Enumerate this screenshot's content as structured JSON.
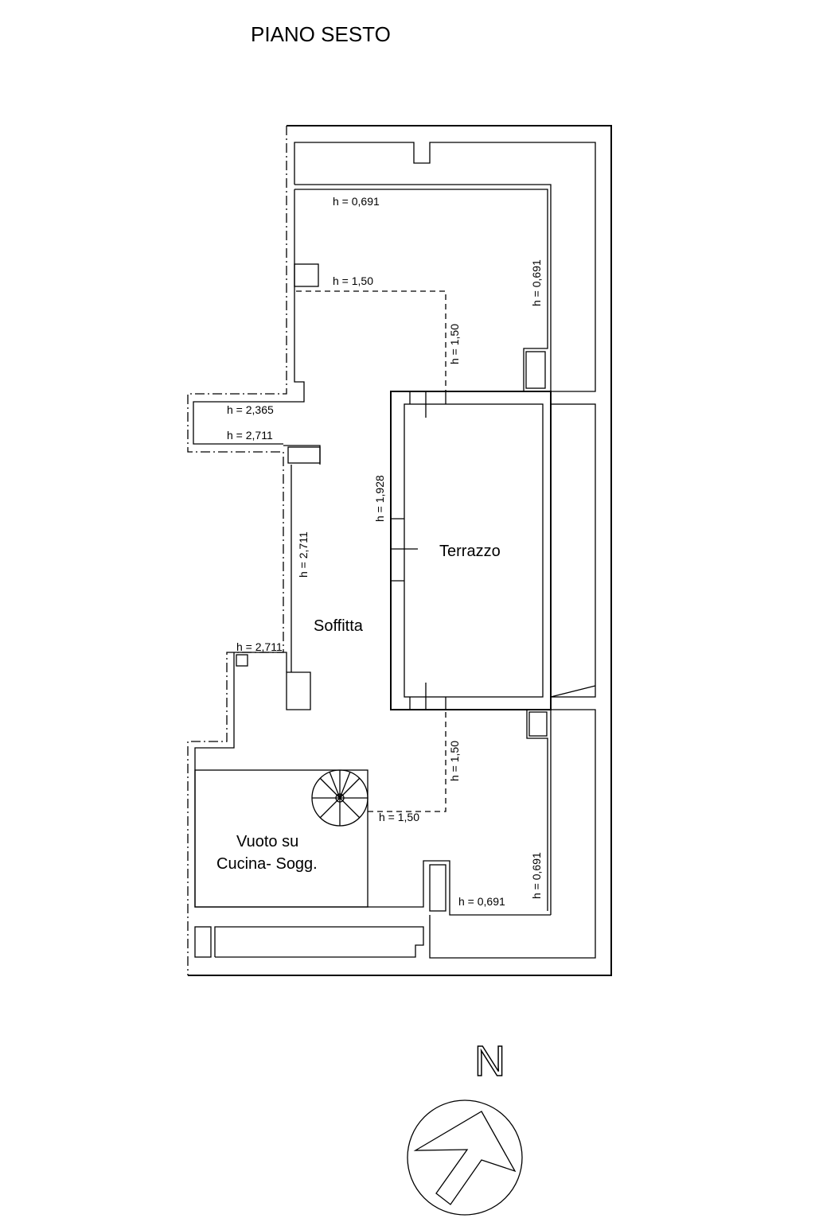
{
  "title": "PIANO SESTO",
  "rooms": {
    "terrazzo": "Terrazzo",
    "soffitta": "Soffitta",
    "vuoto_line1": "Vuoto su",
    "vuoto_line2": "Cucina- Sogg."
  },
  "heights": {
    "top": "h = 0,691",
    "right_top": "h = 0,691",
    "upper_150_h": "h = 1,50",
    "upper_150_v": "h = 1,50",
    "h_2365": "h = 2,365",
    "h_2711_a": "h = 2,711",
    "h_2711_v": "h = 2,711",
    "h_1928": "h = 1,928",
    "h_2711_b": "h = 2,711",
    "lower_150_v": "h = 1,50",
    "lower_150_h": "h = 1,50",
    "right_bottom": "h = 0,691",
    "bottom": "h = 0,691"
  },
  "compass": {
    "north": "N",
    "icon": "north-arrow-icon"
  }
}
